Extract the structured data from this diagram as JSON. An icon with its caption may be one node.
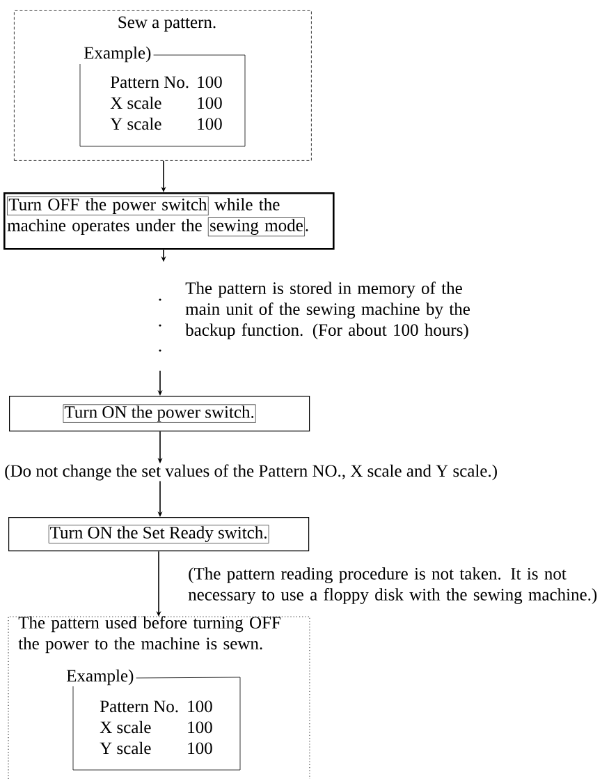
{
  "diagram": {
    "nodes": [
      {
        "text": [
          "Sew a pattern."
        ]
      },
      {
        "text": [
          "Example)",
          "Pattern No.",
          "100",
          "X scale",
          "100",
          "Y scale",
          "100"
        ],
        "in": 0
      },
      {
        "text": [
          "Turn OFF the power switch",
          "while the machine operates under the",
          "sewing mode",
          "."
        ]
      },
      {
        "text": [
          "Turn ON the power switch."
        ]
      },
      {
        "text": [
          "(Do not change the set values of the Pattern NO., X scale and Y scale.)"
        ]
      },
      {
        "text": [
          "Turn ON the Set Ready switch."
        ]
      },
      {
        "text": [
          "The pattern used before turning OFF the power to the machine is sewn."
        ]
      },
      {
        "text": [
          "Example)",
          "Pattern No.",
          "100",
          "X scale",
          "100",
          "Y scale",
          "100"
        ],
        "in": 6
      }
    ],
    "edges": [
      {
        "from": 0,
        "to": 2,
        "arrow": "to"
      },
      {
        "from": 2,
        "to": null,
        "arrow": "to"
      },
      {
        "from": null,
        "to": 3,
        "arrow": "to"
      },
      {
        "from": 3,
        "to": 4,
        "arrow": "to"
      },
      {
        "from": 4,
        "to": 5,
        "arrow": "to"
      },
      {
        "from": 5,
        "to": 6,
        "arrow": "to"
      }
    ],
    "labels": [
      "The pattern is stored in memory of the main unit of the sewing machine by the backup function. (For about 100 hours)",
      "(The pattern reading procedure is not taken. It is not necessary to use a floppy disk with the sewing machine.)"
    ]
  }
}
